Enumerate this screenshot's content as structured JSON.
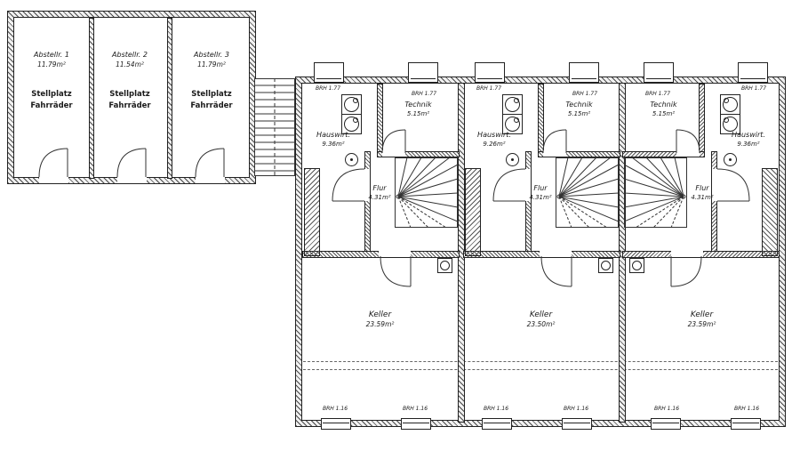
{
  "colors": {
    "line": "#333333",
    "wall_hatch": "#4a4a4a",
    "background": "#ffffff"
  },
  "storage": {
    "rooms": [
      {
        "name": "Abstellr. 1",
        "area": "11.79m²",
        "use1": "Stellplatz",
        "use2": "Fahrräder"
      },
      {
        "name": "Abstellr. 2",
        "area": "11.54m²",
        "use1": "Stellplatz",
        "use2": "Fahrräder"
      },
      {
        "name": "Abstellr. 3",
        "area": "11.79m²",
        "use1": "Stellplatz",
        "use2": "Fahrräder"
      }
    ]
  },
  "units": [
    {
      "brh_top_left": "BRH 1.77",
      "brh_top_right": "BRH 1.77",
      "technik_name": "Technik",
      "technik_area": "5.15m²",
      "hauswirt_name": "Hauswirt.",
      "hauswirt_area": "9.36m²",
      "flur_name": "Flur",
      "flur_area": "4.31m²",
      "keller_name": "Keller",
      "keller_area": "23.59m²",
      "brh_bottom_left": "BRH 1.16",
      "brh_bottom_right": "BRH 1.16"
    },
    {
      "brh_top_left": "BRH 1.77",
      "brh_top_right": "BRH 1.77",
      "technik_name": "Technik",
      "technik_area": "5.15m²",
      "hauswirt_name": "Hauswirt.",
      "hauswirt_area": "9.26m²",
      "flur_name": "Flur",
      "flur_area": "4.31m²",
      "keller_name": "Keller",
      "keller_area": "23.50m²",
      "brh_bottom_left": "BRH 1.16",
      "brh_bottom_right": "BRH 1.16"
    },
    {
      "brh_top_left": "BRH 1.77",
      "brh_top_right": "BRH 1.77",
      "technik_name": "Technik",
      "technik_area": "5.15m²",
      "hauswirt_name": "Hauswirt.",
      "hauswirt_area": "9.36m²",
      "flur_name": "Flur",
      "flur_area": "4.31m²",
      "keller_name": "Keller",
      "keller_area": "23.59m²",
      "brh_bottom_left": "BRH 1.16",
      "brh_bottom_right": "BRH 1.16"
    }
  ]
}
